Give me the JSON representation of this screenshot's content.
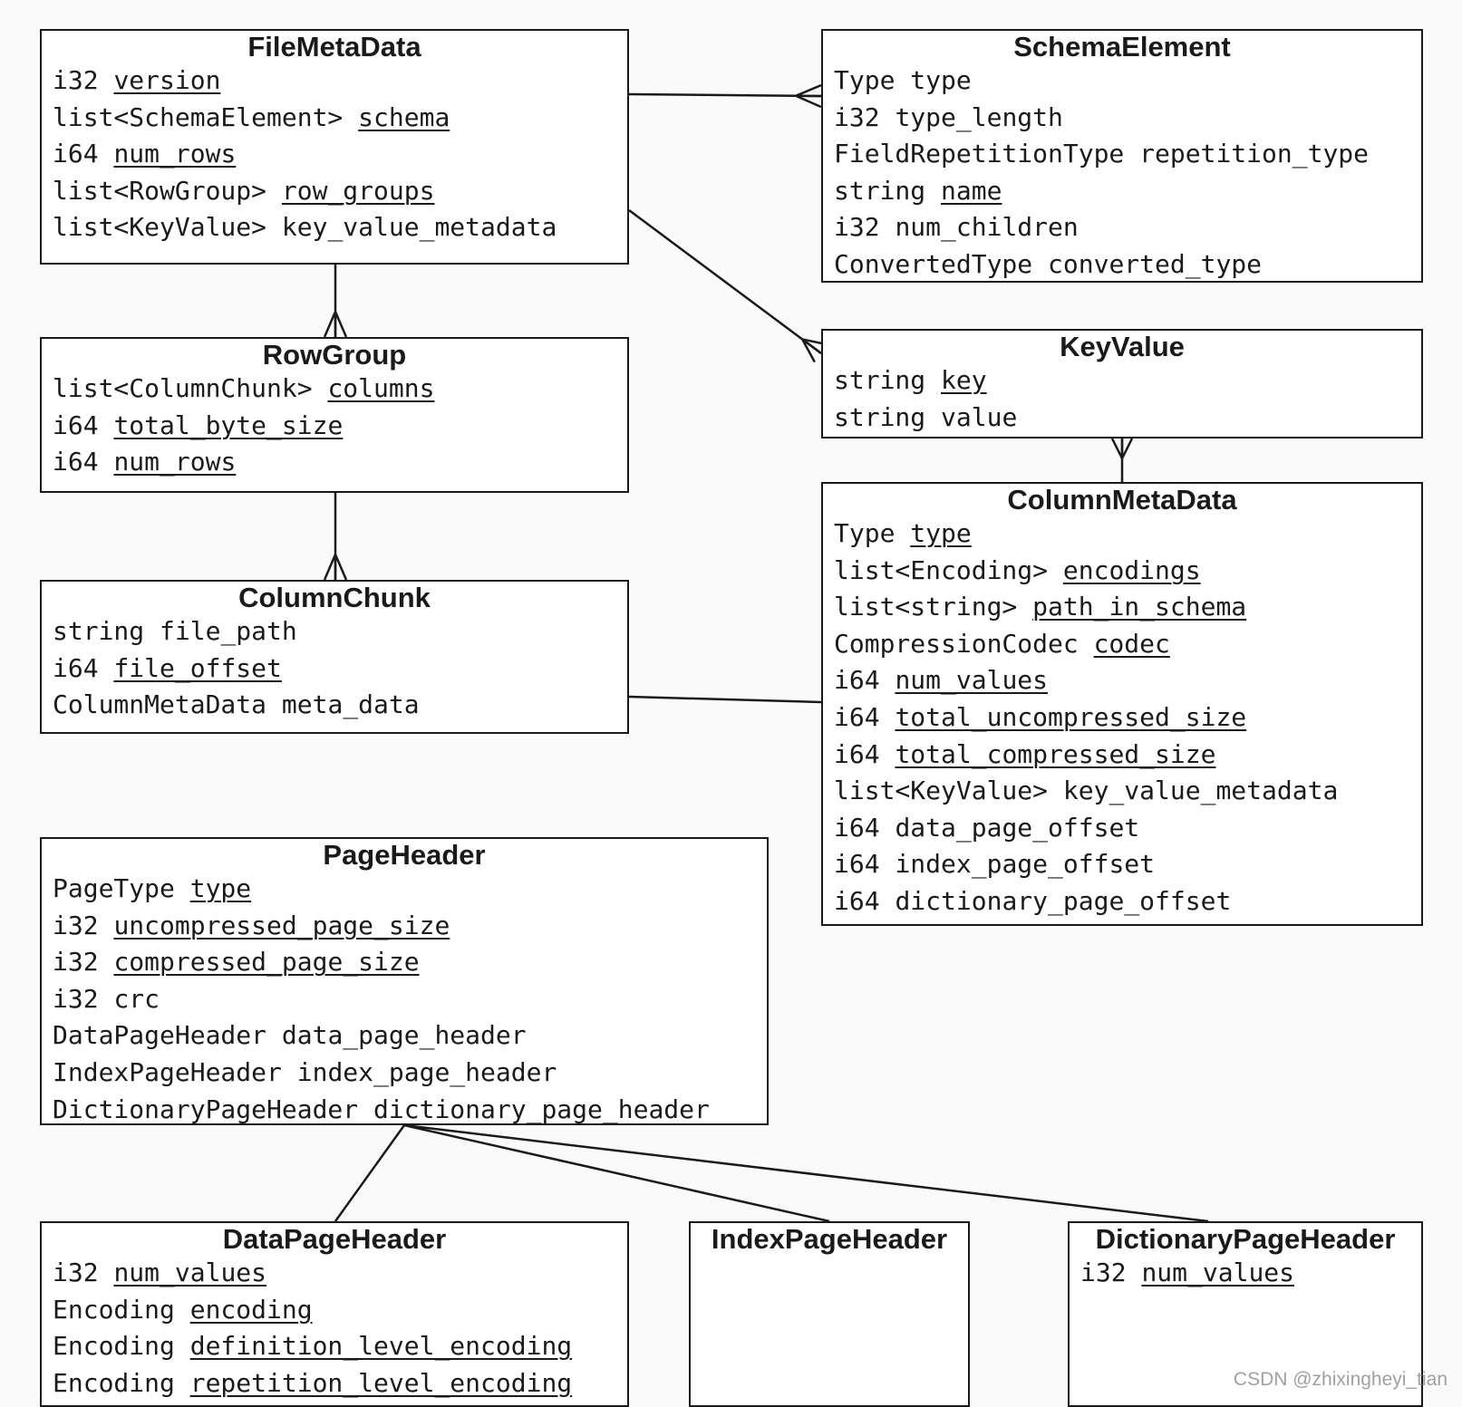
{
  "diagram": {
    "entities": [
      {
        "id": "FileMetaData",
        "name": "FileMetaData",
        "fields": [
          {
            "type": "i32",
            "name": "version",
            "required": true
          },
          {
            "type": "list<SchemaElement>",
            "name": "schema",
            "required": true
          },
          {
            "type": "i64",
            "name": "num_rows",
            "required": true
          },
          {
            "type": "list<RowGroup>",
            "name": "row_groups",
            "required": true
          },
          {
            "type": "list<KeyValue>",
            "name": "key_value_metadata",
            "required": false
          }
        ]
      },
      {
        "id": "SchemaElement",
        "name": "SchemaElement",
        "fields": [
          {
            "type": "Type",
            "name": "type",
            "required": false
          },
          {
            "type": "i32",
            "name": "type_length",
            "required": false
          },
          {
            "type": "FieldRepetitionType",
            "name": "repetition_type",
            "required": false
          },
          {
            "type": "string",
            "name": "name",
            "required": true
          },
          {
            "type": "i32",
            "name": "num_children",
            "required": false
          },
          {
            "type": "ConvertedType",
            "name": "converted_type",
            "required": false
          }
        ]
      },
      {
        "id": "RowGroup",
        "name": "RowGroup",
        "fields": [
          {
            "type": "list<ColumnChunk>",
            "name": "columns",
            "required": true
          },
          {
            "type": "i64",
            "name": "total_byte_size",
            "required": true
          },
          {
            "type": "i64",
            "name": "num_rows",
            "required": true
          }
        ]
      },
      {
        "id": "KeyValue",
        "name": "KeyValue",
        "fields": [
          {
            "type": "string",
            "name": "key",
            "required": true
          },
          {
            "type": "string",
            "name": "value",
            "required": false
          }
        ]
      },
      {
        "id": "ColumnChunk",
        "name": "ColumnChunk",
        "fields": [
          {
            "type": "string",
            "name": "file_path",
            "required": false
          },
          {
            "type": "i64",
            "name": "file_offset",
            "required": true
          },
          {
            "type": "ColumnMetaData",
            "name": "meta_data",
            "required": false
          }
        ]
      },
      {
        "id": "ColumnMetaData",
        "name": "ColumnMetaData",
        "fields": [
          {
            "type": "Type",
            "name": "type",
            "required": true
          },
          {
            "type": "list<Encoding>",
            "name": "encodings",
            "required": true
          },
          {
            "type": "list<string>",
            "name": "path_in_schema",
            "required": true
          },
          {
            "type": "CompressionCodec",
            "name": "codec",
            "required": true
          },
          {
            "type": "i64",
            "name": "num_values",
            "required": true
          },
          {
            "type": "i64",
            "name": "total_uncompressed_size",
            "required": true
          },
          {
            "type": "i64",
            "name": "total_compressed_size",
            "required": true
          },
          {
            "type": "list<KeyValue>",
            "name": "key_value_metadata",
            "required": false
          },
          {
            "type": "i64",
            "name": "data_page_offset",
            "required": false
          },
          {
            "type": "i64",
            "name": "index_page_offset",
            "required": false
          },
          {
            "type": "i64",
            "name": "dictionary_page_offset",
            "required": false
          }
        ]
      },
      {
        "id": "PageHeader",
        "name": "PageHeader",
        "fields": [
          {
            "type": "PageType",
            "name": "type",
            "required": true
          },
          {
            "type": "i32",
            "name": "uncompressed_page_size",
            "required": true
          },
          {
            "type": "i32",
            "name": "compressed_page_size",
            "required": true
          },
          {
            "type": "i32",
            "name": "crc",
            "required": false
          },
          {
            "type": "DataPageHeader",
            "name": "data_page_header",
            "required": false
          },
          {
            "type": "IndexPageHeader",
            "name": "index_page_header",
            "required": false
          },
          {
            "type": "DictionaryPageHeader",
            "name": "dictionary_page_header",
            "required": false
          }
        ]
      },
      {
        "id": "DataPageHeader",
        "name": "DataPageHeader",
        "fields": [
          {
            "type": "i32",
            "name": "num_values",
            "required": true
          },
          {
            "type": "Encoding",
            "name": "encoding",
            "required": true
          },
          {
            "type": "Encoding",
            "name": "definition_level_encoding",
            "required": true
          },
          {
            "type": "Encoding",
            "name": "repetition_level_encoding",
            "required": true
          }
        ]
      },
      {
        "id": "IndexPageHeader",
        "name": "IndexPageHeader",
        "fields": []
      },
      {
        "id": "DictionaryPageHeader",
        "name": "DictionaryPageHeader",
        "fields": [
          {
            "type": "i32",
            "name": "num_values",
            "required": true
          }
        ]
      }
    ],
    "relations": [
      {
        "from": "FileMetaData",
        "to": "SchemaElement",
        "cardinality": "one-to-many"
      },
      {
        "from": "FileMetaData",
        "to": "KeyValue",
        "cardinality": "one-to-many"
      },
      {
        "from": "FileMetaData",
        "to": "RowGroup",
        "cardinality": "one-to-many"
      },
      {
        "from": "RowGroup",
        "to": "ColumnChunk",
        "cardinality": "one-to-many"
      },
      {
        "from": "ColumnMetaData",
        "to": "KeyValue",
        "cardinality": "one-to-many"
      },
      {
        "from": "ColumnChunk",
        "to": "ColumnMetaData",
        "cardinality": "one-to-one"
      },
      {
        "from": "PageHeader",
        "to": "DataPageHeader",
        "cardinality": "one-to-one"
      },
      {
        "from": "PageHeader",
        "to": "IndexPageHeader",
        "cardinality": "one-to-one"
      },
      {
        "from": "PageHeader",
        "to": "DictionaryPageHeader",
        "cardinality": "one-to-one"
      }
    ]
  },
  "watermark": "CSDN @zhixingheyi_tian"
}
